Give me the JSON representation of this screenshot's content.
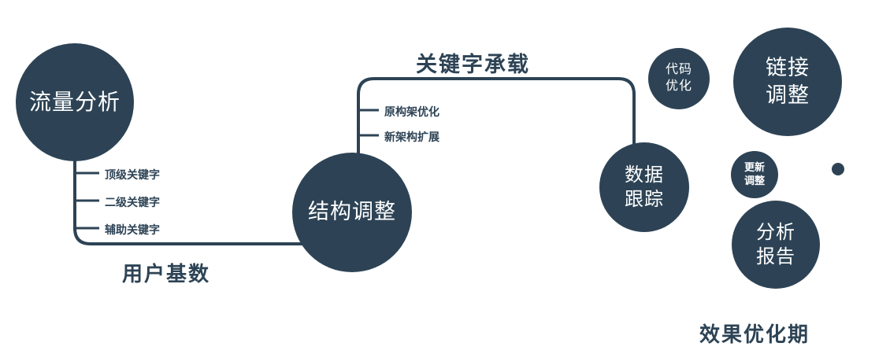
{
  "diagram": {
    "nodes": {
      "traffic_analysis": {
        "label": "流量分析"
      },
      "structure_adjust": {
        "label": "结构调整"
      },
      "data_tracking": {
        "line1": "数据",
        "line2": "跟踪"
      },
      "code_optimize": {
        "line1": "代码",
        "line2": "优化"
      },
      "link_adjust": {
        "line1": "链接",
        "line2": "调整"
      },
      "update_adjust": {
        "line1": "更新",
        "line2": "调整"
      },
      "analysis_report": {
        "line1": "分析",
        "line2": "报告"
      }
    },
    "edge_labels": {
      "keyword_bearing": "关键字承载",
      "user_base": "用户基数"
    },
    "branch_labels": {
      "traffic": [
        "顶级关键字",
        "二级关键字",
        "辅助关键字"
      ],
      "structure": [
        "原构架优化",
        "新架构扩展"
      ]
    },
    "footer": "效果优化期",
    "colors": {
      "node_fill": "#2d4355",
      "line": "#2d4355",
      "text_on_node": "#ffffff",
      "text_dark": "#2d4355",
      "background": "#ffffff"
    }
  }
}
